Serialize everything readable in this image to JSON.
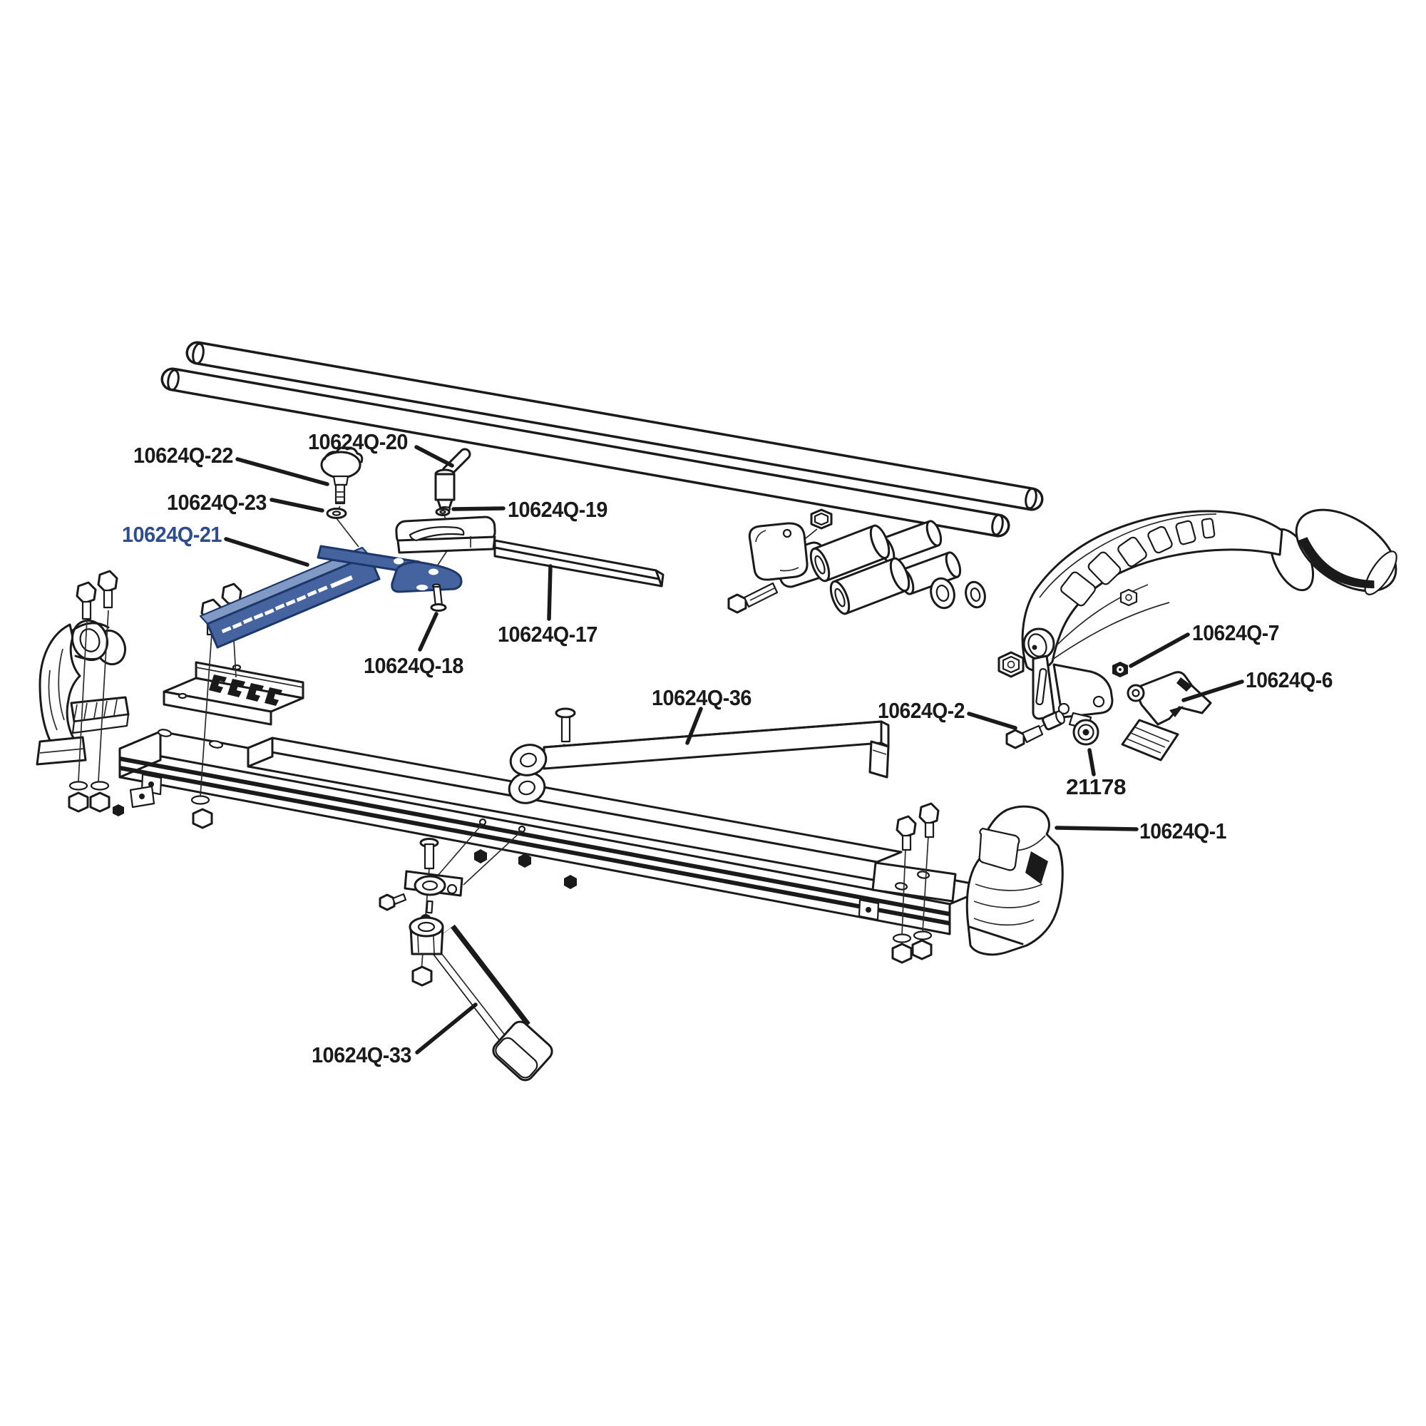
{
  "diagram": {
    "type": "exploded-parts-diagram",
    "background_color": "#ffffff",
    "line_color": "#1a1a1a",
    "highlight_color": "#2e4d8e",
    "highlighted_part_number": "10624Q-21"
  },
  "parts": [
    {
      "part_number": "10624Q-22",
      "highlighted": false
    },
    {
      "part_number": "10624Q-20",
      "highlighted": false
    },
    {
      "part_number": "10624Q-23",
      "highlighted": false
    },
    {
      "part_number": "10624Q-19",
      "highlighted": false
    },
    {
      "part_number": "10624Q-21",
      "highlighted": true
    },
    {
      "part_number": "10624Q-17",
      "highlighted": false
    },
    {
      "part_number": "10624Q-18",
      "highlighted": false
    },
    {
      "part_number": "10624Q-36",
      "highlighted": false
    },
    {
      "part_number": "10624Q-2",
      "highlighted": false
    },
    {
      "part_number": "10624Q-7",
      "highlighted": false
    },
    {
      "part_number": "10624Q-6",
      "highlighted": false
    },
    {
      "part_number": "21178",
      "highlighted": false
    },
    {
      "part_number": "10624Q-1",
      "highlighted": false
    },
    {
      "part_number": "10624Q-33",
      "highlighted": false
    }
  ]
}
